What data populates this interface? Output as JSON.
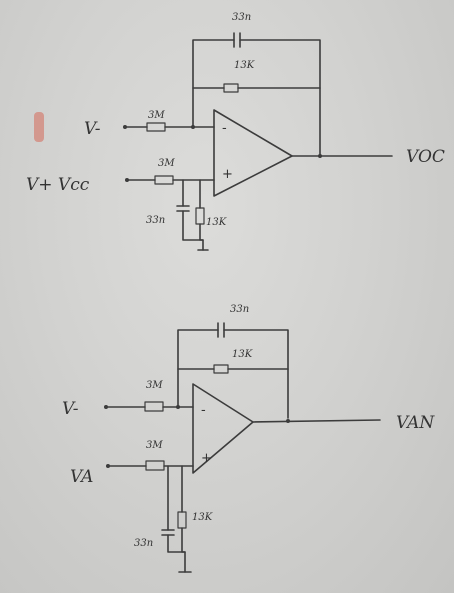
{
  "circuit_top": {
    "feedback_capacitor": "33n",
    "feedback_resistor": "13K",
    "inverting_input_label": "V-",
    "inverting_resistor": "3M",
    "noninverting_input_label": "V+ Vcc",
    "noninverting_resistor": "3M",
    "ground_capacitor": "33n",
    "ground_resistor": "13K",
    "minus_sign": "-",
    "plus_sign": "+",
    "output_label": "VOC"
  },
  "circuit_bottom": {
    "feedback_capacitor": "33n",
    "feedback_resistor": "13K",
    "inverting_input_label": "V-",
    "inverting_resistor": "3M",
    "noninverting_input_label": "VA",
    "noninverting_resistor": "3M",
    "ground_capacitor": "33n",
    "ground_resistor": "13K",
    "minus_sign": "-",
    "plus_sign": "+",
    "output_label": "VAN"
  }
}
